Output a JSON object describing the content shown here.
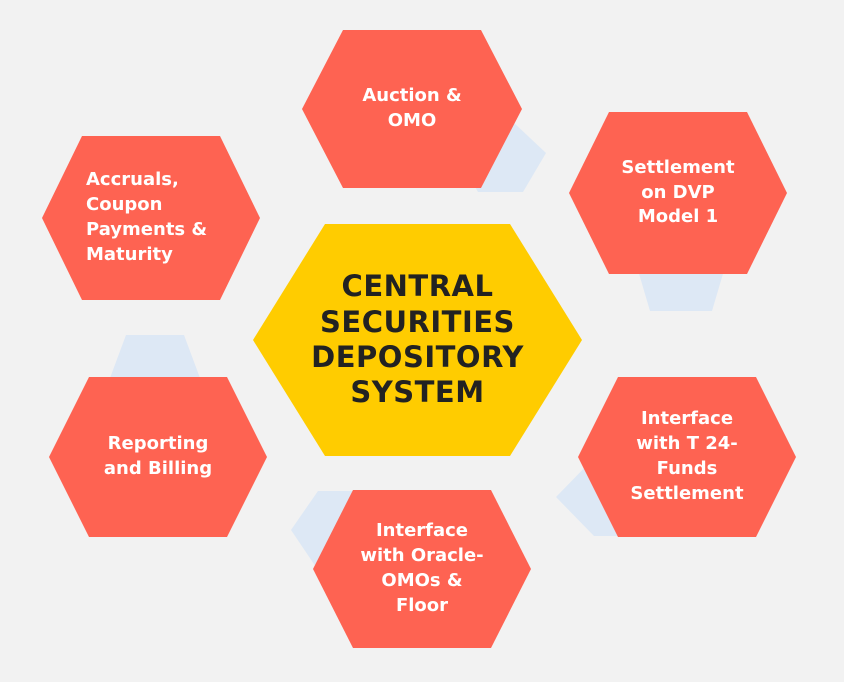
{
  "diagram": {
    "center": {
      "label": "CENTRAL\nSECURITIES\nDEPOSITORY\nSYSTEM",
      "fill": "#ffcc00"
    },
    "nodes": [
      {
        "id": "auction",
        "label": "Auction &\nOMO"
      },
      {
        "id": "settlement",
        "label": "Settlement\non DVP\nModel 1"
      },
      {
        "id": "t24",
        "label": "Interface\nwith  T 24-\nFunds\nSettlement"
      },
      {
        "id": "oracle",
        "label": "Interface\nwith Oracle-\nOMOs &\nFloor"
      },
      {
        "id": "reporting",
        "label": "Reporting\nand Billing"
      },
      {
        "id": "accruals",
        "label": "Accruals,\nCoupon\nPayments &\nMaturity"
      }
    ],
    "colors": {
      "node_fill": "#fe6352",
      "accent_fill": "#dde8f5",
      "background": "#f2f2f2"
    }
  }
}
